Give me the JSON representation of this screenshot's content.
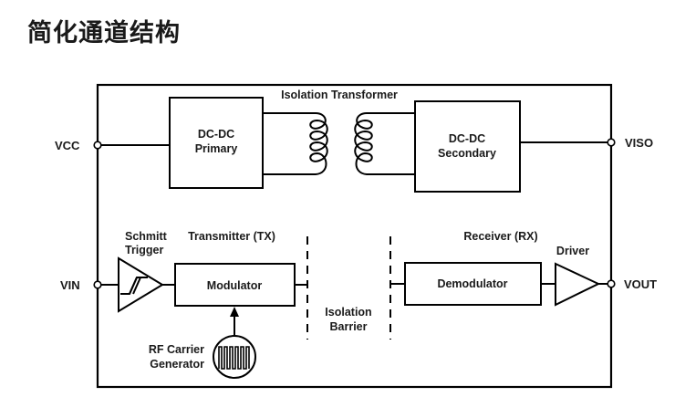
{
  "title": "简化通道结构",
  "colors": {
    "stroke": "#000000",
    "text": "#1a1a1a",
    "background": "#ffffff"
  },
  "pins": {
    "vcc": "VCC",
    "viso": "VISO",
    "vin": "VIN",
    "vout": "VOUT"
  },
  "power": {
    "transformer_label": "Isolation Transformer",
    "primary": {
      "line1": "DC-DC",
      "line2": "Primary"
    },
    "secondary": {
      "line1": "DC-DC",
      "line2": "Secondary"
    }
  },
  "tx": {
    "section_label": "Transmitter (TX)",
    "schmitt": {
      "line1": "Schmitt",
      "line2": "Trigger"
    },
    "modulator": "Modulator",
    "rf": {
      "line1": "RF Carrier",
      "line2": "Generator"
    }
  },
  "barrier": {
    "line1": "Isolation",
    "line2": "Barrier"
  },
  "rx": {
    "section_label": "Receiver (RX)",
    "demodulator": "Demodulator",
    "driver": "Driver"
  },
  "icons": {
    "schmitt": "schmitt-trigger-buffer-symbol",
    "driver": "buffer-triangle-symbol",
    "rf": "square-wave-source-symbol",
    "transformer": "coupled-coils-symbol"
  }
}
